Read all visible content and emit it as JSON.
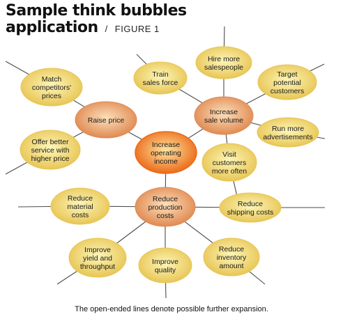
{
  "title": {
    "line1": "Sample think bubbles",
    "line2": "application",
    "separator": "/",
    "figure": "FIGURE 1"
  },
  "caption": "The open-ended lines denote possible further expansion.",
  "colors": {
    "line": "#4a4a4a",
    "outer_bubble_center": "#fdf6b8",
    "outer_bubble_edge": "#e8c656",
    "mid_bubble_center": "#fde0bc",
    "mid_bubble_edge": "#e08a52",
    "core_bubble_center": "#fde6a0",
    "core_bubble_edge": "#ec6a1a"
  },
  "nodes": [
    {
      "id": "increase-operating-income",
      "kind": "core",
      "lines": [
        "Increase",
        "operating",
        "income"
      ]
    },
    {
      "id": "raise-price",
      "kind": "mid",
      "lines": [
        "Raise price"
      ]
    },
    {
      "id": "increase-sale-volume",
      "kind": "mid",
      "lines": [
        "Increase",
        "sale volume"
      ]
    },
    {
      "id": "reduce-production-costs",
      "kind": "mid",
      "lines": [
        "Reduce",
        "production",
        "costs"
      ]
    },
    {
      "id": "match-competitors-prices",
      "kind": "outer",
      "lines": [
        "Match",
        "competitors'",
        "prices"
      ]
    },
    {
      "id": "offer-better-service",
      "kind": "outer",
      "lines": [
        "Offer better",
        "service with",
        "higher price"
      ]
    },
    {
      "id": "train-sales-force",
      "kind": "outer",
      "lines": [
        "Train",
        "sales force"
      ]
    },
    {
      "id": "hire-more-salespeople",
      "kind": "outer",
      "lines": [
        "Hire more",
        "salespeople"
      ]
    },
    {
      "id": "target-potential-customers",
      "kind": "outer",
      "lines": [
        "Target",
        "potential",
        "customers"
      ]
    },
    {
      "id": "run-more-advertisements",
      "kind": "outer",
      "lines": [
        "Run more",
        "advertisements"
      ]
    },
    {
      "id": "visit-customers-more-often",
      "kind": "outer",
      "lines": [
        "Visit",
        "customers",
        "more often"
      ]
    },
    {
      "id": "reduce-material-costs",
      "kind": "outer",
      "lines": [
        "Reduce",
        "material",
        "costs"
      ]
    },
    {
      "id": "reduce-shipping-costs",
      "kind": "outer",
      "lines": [
        "Reduce",
        "shipping costs"
      ]
    },
    {
      "id": "improve-yield-throughput",
      "kind": "outer",
      "lines": [
        "Improve",
        "yield and",
        "throughput"
      ]
    },
    {
      "id": "improve-quality",
      "kind": "outer",
      "lines": [
        "Improve",
        "quality"
      ]
    },
    {
      "id": "reduce-inventory-amount",
      "kind": "outer",
      "lines": [
        "Reduce",
        "inventory",
        "amount"
      ]
    }
  ],
  "connections": [
    [
      "increase-operating-income",
      "raise-price"
    ],
    [
      "increase-operating-income",
      "increase-sale-volume"
    ],
    [
      "increase-operating-income",
      "reduce-production-costs"
    ],
    [
      "raise-price",
      "match-competitors-prices"
    ],
    [
      "raise-price",
      "offer-better-service"
    ],
    [
      "increase-sale-volume",
      "train-sales-force"
    ],
    [
      "increase-sale-volume",
      "hire-more-salespeople"
    ],
    [
      "increase-sale-volume",
      "target-potential-customers"
    ],
    [
      "increase-sale-volume",
      "run-more-advertisements"
    ],
    [
      "increase-sale-volume",
      "visit-customers-more-often"
    ],
    [
      "reduce-production-costs",
      "reduce-material-costs"
    ],
    [
      "reduce-production-costs",
      "reduce-shipping-costs"
    ],
    [
      "reduce-production-costs",
      "improve-yield-throughput"
    ],
    [
      "reduce-production-costs",
      "improve-quality"
    ],
    [
      "reduce-production-costs",
      "reduce-inventory-amount"
    ]
  ]
}
